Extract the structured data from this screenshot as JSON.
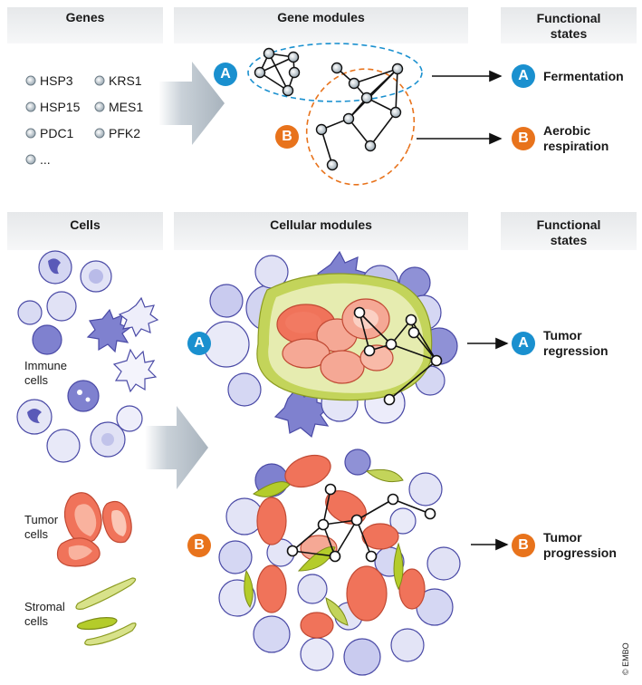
{
  "top_row": {
    "headers": {
      "genes": "Genes",
      "modules": "Gene modules",
      "states": "Functional\nstates"
    },
    "genes": [
      "HSP3",
      "KRS1",
      "HSP15",
      "MES1",
      "PDC1",
      "PFK2",
      "..."
    ],
    "module_a": {
      "badge": "A",
      "state": "Fermentation",
      "color": "#1a90cf"
    },
    "module_b": {
      "badge": "B",
      "state": "Aerobic\nrespiration",
      "color": "#e8731c"
    }
  },
  "bottom_row": {
    "headers": {
      "cells": "Cells",
      "modules": "Cellular modules",
      "states": "Functional\nstates"
    },
    "cell_types": {
      "immune": "Immune\ncells",
      "tumor": "Tumor\ncells",
      "stromal": "Stromal\ncells"
    },
    "module_a": {
      "badge": "A",
      "state": "Tumor\nregression"
    },
    "module_b": {
      "badge": "B",
      "state": "Tumor\nprogression"
    }
  },
  "colors": {
    "badge_a": "#1a90cf",
    "badge_b": "#e8731c",
    "immune_fill": "#c9cbef",
    "immune_outline": "#4a4aa6",
    "tumor_fill": "#f0735a",
    "stromal_fill": "#c3d45a",
    "header_bg": "#e6e8ea"
  },
  "copyright": "© EMBO"
}
